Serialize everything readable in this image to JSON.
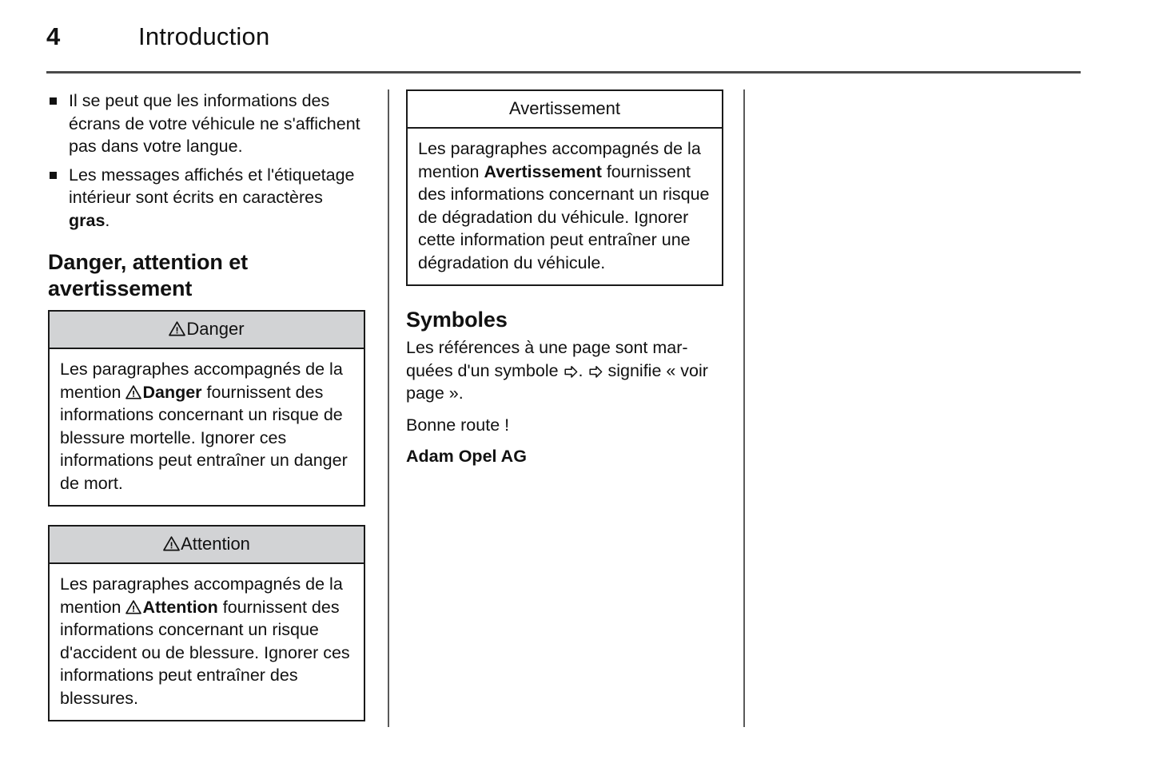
{
  "header": {
    "page_number": "4",
    "chapter": "Introduction"
  },
  "left_column": {
    "bullets": [
      "Il se peut que les informations des écrans de votre véhicule ne s'affichent pas dans votre langue.",
      {
        "pre": "Les messages affichés et l'étiquetage intérieur sont écrits en carac­tères ",
        "bold": "gras",
        "post": "."
      }
    ],
    "section_heading": "Danger, attention et avertissement",
    "boxes": [
      {
        "icon": "warning-triangle-icon",
        "title": "Danger",
        "header_shaded": true,
        "body_pre": "Les paragraphes accompagnés de la mention ",
        "body_bold": "Danger",
        "body_post": " fournis­sent des informations concernant un risque de blessure mortelle. Ignorer ces informations peut en­traîner un danger de mort.",
        "body_bold_has_icon": true
      },
      {
        "icon": "warning-triangle-icon",
        "title": "Attention",
        "header_shaded": true,
        "body_pre": "Les paragraphes accompagnés de la mention ",
        "body_bold": "Attention",
        "body_post": " fournis­sent des informations concernant un risque d'accident ou de bles­sure. Ignorer ces informations peut entraîner des blessures.",
        "body_bold_has_icon": true
      }
    ]
  },
  "middle_column": {
    "box": {
      "title": "Avertissement",
      "header_shaded": false,
      "body_pre": "Les paragraphes accompagnés de la mention ",
      "body_bold": "Avertissement",
      "body_post": " four­nissent des informations concer­nant un risque de dégradation du véhicule. Ignorer cette information peut entraîner une dégradation du véhicule.",
      "body_bold_has_icon": false
    },
    "symbols_heading": "Symboles",
    "symbols_para_1": "Les références à une page sont mar­quées d'un symbole ",
    "symbols_para_2": ". ",
    "symbols_para_3": " signifie « voir page ».",
    "closing_line": "Bonne route !",
    "signature": "Adam Opel AG",
    "arrow_icon": "hollow-right-arrow-icon"
  },
  "colors": {
    "header_shade": "#d2d3d5",
    "rule": "#4a4a4a",
    "border": "#1a1a1a",
    "text": "#111111"
  }
}
